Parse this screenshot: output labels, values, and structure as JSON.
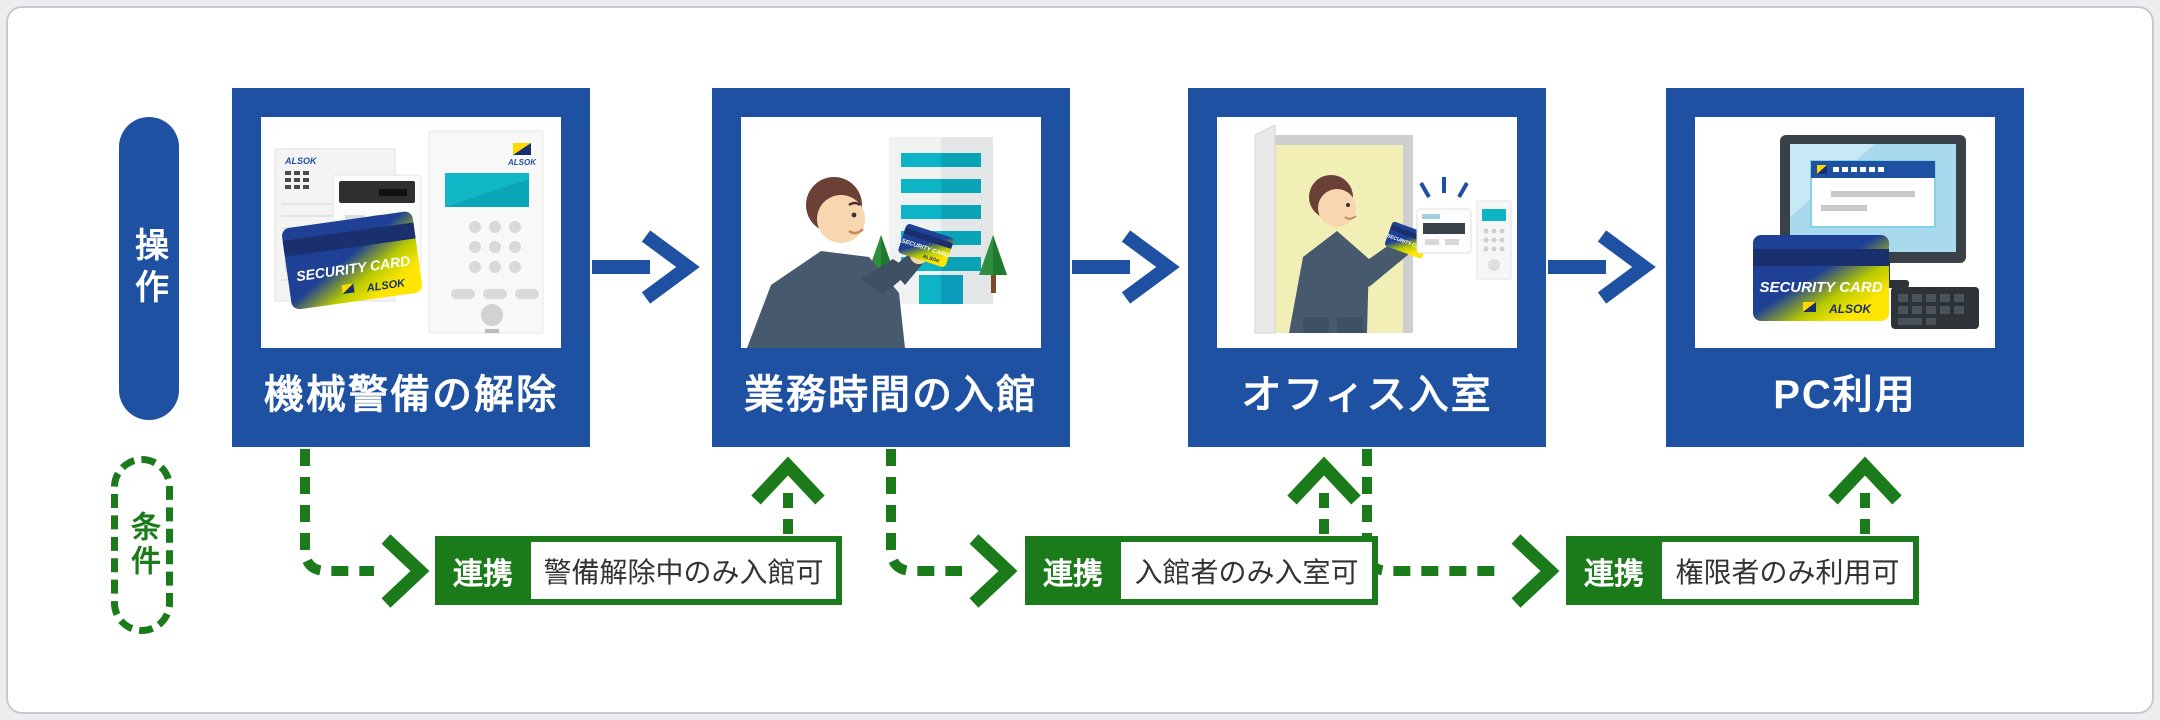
{
  "colors": {
    "box_blue": "#1e51a2",
    "link_green": "#1b7b1b",
    "teal_accent": "#0db4c5",
    "card_navy": "#1e4095",
    "card_yellow": "#ffe600",
    "condition_text": "#333333",
    "frame_border": "#c9cacc"
  },
  "lanes": {
    "operation": "操作",
    "condition": "条件"
  },
  "steps": [
    {
      "title": "機械警備の解除",
      "art": "security-control-panel-and-card"
    },
    {
      "title": "業務時間の入館",
      "art": "person-with-card-entering-building"
    },
    {
      "title": "オフィス入室",
      "art": "person-tapping-card-at-office-door"
    },
    {
      "title": "PC利用",
      "art": "pc-with-security-card"
    }
  ],
  "links": [
    {
      "tag": "連携",
      "condition": "警備解除中のみ入館可"
    },
    {
      "tag": "連携",
      "condition": "入館者のみ入室可"
    },
    {
      "tag": "連携",
      "condition": "権限者のみ利用可"
    }
  ],
  "card": {
    "label": "SECURITY CARD",
    "brand": "ALSOK"
  }
}
